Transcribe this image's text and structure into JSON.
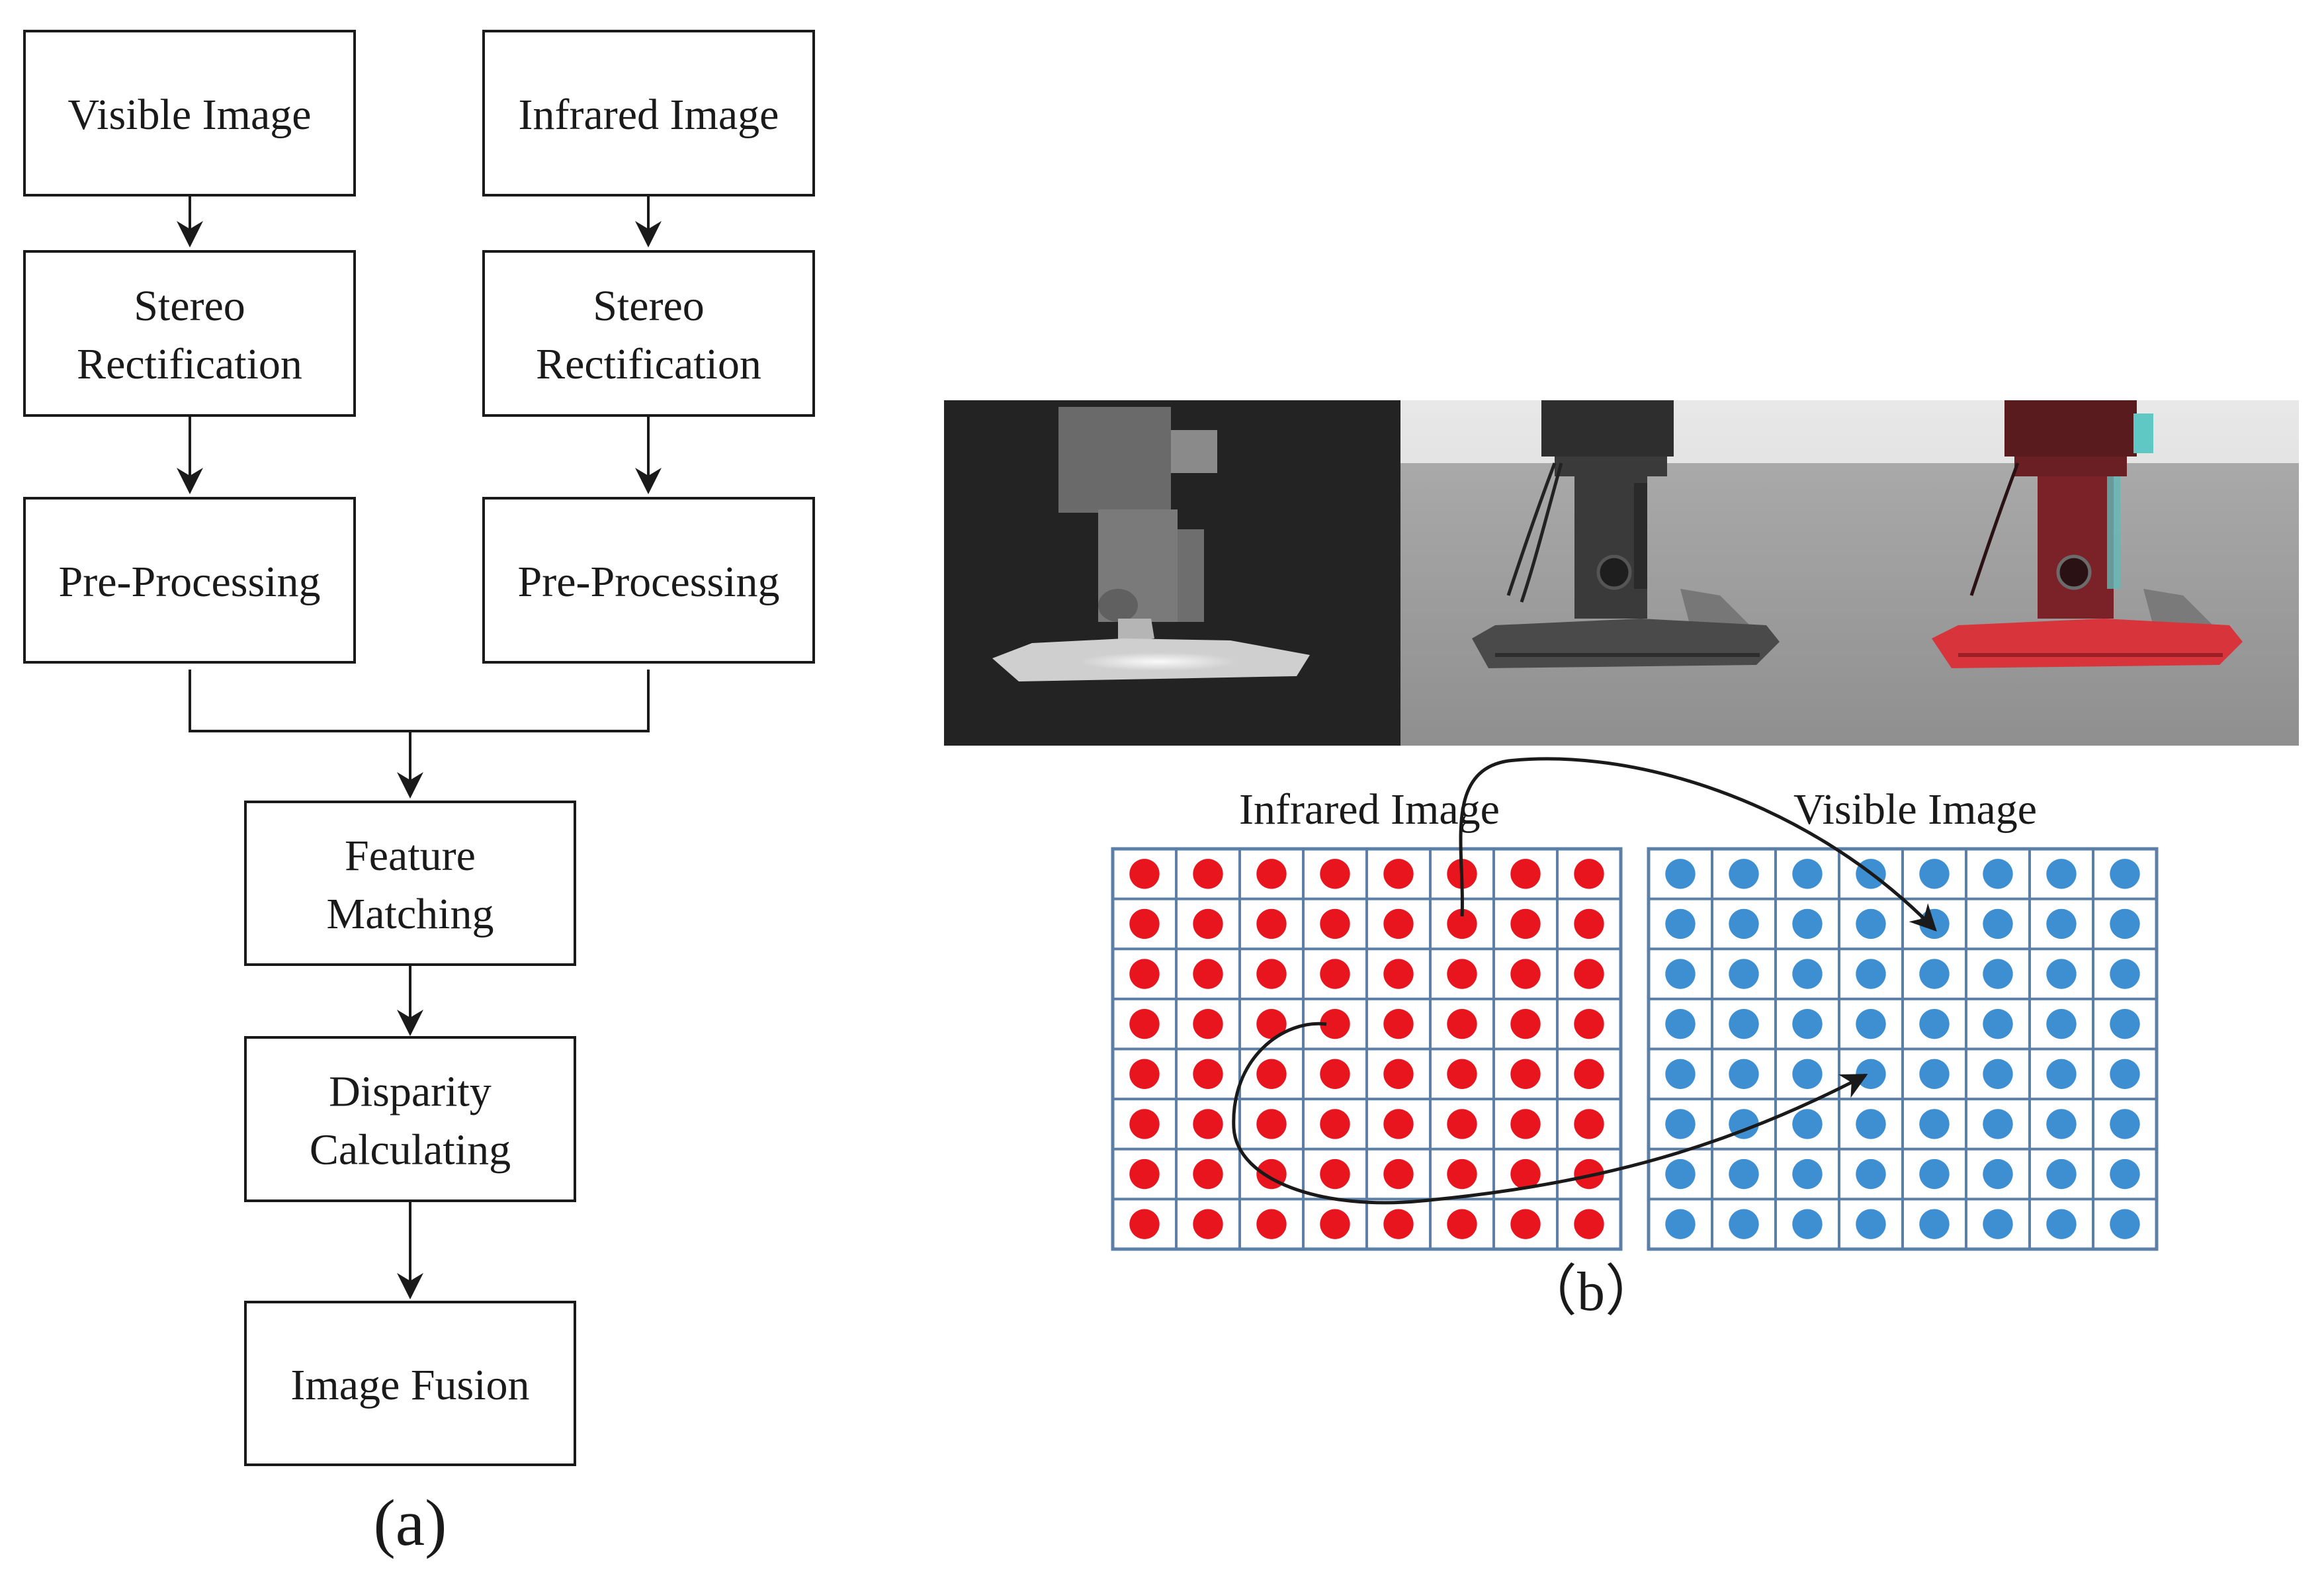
{
  "flowchart": {
    "nodes": [
      {
        "id": "visible-image",
        "lines": [
          "Visible Image"
        ]
      },
      {
        "id": "infrared-image",
        "lines": [
          "Infrared Image"
        ]
      },
      {
        "id": "stereo-rectification-left",
        "lines": [
          "Stereo",
          "Rectification"
        ]
      },
      {
        "id": "stereo-rectification-right",
        "lines": [
          "Stereo",
          "Rectification"
        ]
      },
      {
        "id": "pre-processing-left",
        "lines": [
          "Pre-Processing"
        ]
      },
      {
        "id": "pre-processing-right",
        "lines": [
          "Pre-Processing"
        ]
      },
      {
        "id": "feature-matching",
        "lines": [
          "Feature",
          "Matching"
        ]
      },
      {
        "id": "disparity-calculating",
        "lines": [
          "Disparity",
          "Calculating"
        ]
      },
      {
        "id": "image-fusion",
        "lines": [
          "Image Fusion"
        ]
      }
    ],
    "caption": "(a)"
  },
  "panel_b": {
    "photos": [
      "infrared-thermal-photo",
      "visible-grayscale-photo",
      "fused-overlay-photo"
    ],
    "infrared_grid": {
      "label": "Infrared Image",
      "rows": 8,
      "cols": 8,
      "dot_color": "#e8141e"
    },
    "visible_grid": {
      "label": "Visible Image",
      "rows": 8,
      "cols": 8,
      "dot_color": "#3d8fd1"
    },
    "grid_line_color": "#5b7fa6",
    "caption": "（b）"
  }
}
